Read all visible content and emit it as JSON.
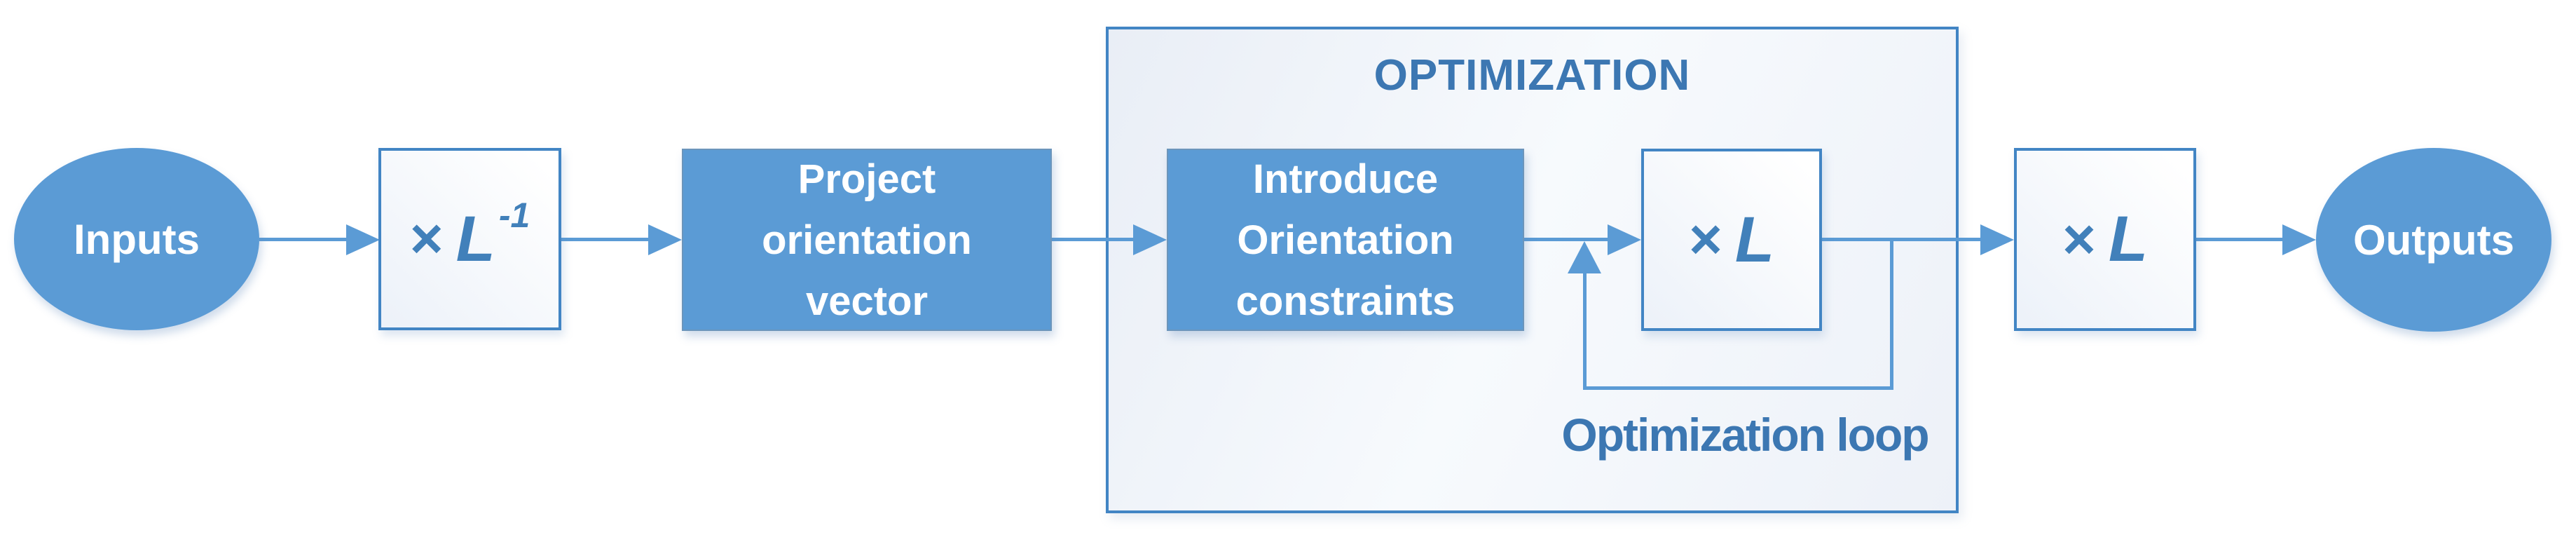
{
  "colors": {
    "accent-fill": "#5b9bd5",
    "accent-line": "#5b9bd5",
    "box-border": "#4285c4",
    "label-blue": "#3c77b2",
    "glyph-blue": "#4180ba",
    "white-text": "#ffffff"
  },
  "flow": {
    "inputs": {
      "label": "Inputs"
    },
    "multiply_inverse": {
      "times": "×",
      "letter": "L",
      "superscript": "-1"
    },
    "project": {
      "line1": "Project",
      "line2": "orientation",
      "line3": "vector"
    },
    "optimization": {
      "title": "OPTIMIZATION",
      "loop_label": "Optimization loop"
    },
    "introduce": {
      "line1": "Introduce",
      "line2": "Orientation",
      "line3": "constraints"
    },
    "multiply_1": {
      "times": "×",
      "letter": "L"
    },
    "multiply_2": {
      "times": "×",
      "letter": "L"
    },
    "outputs": {
      "label": "Outputs"
    }
  }
}
